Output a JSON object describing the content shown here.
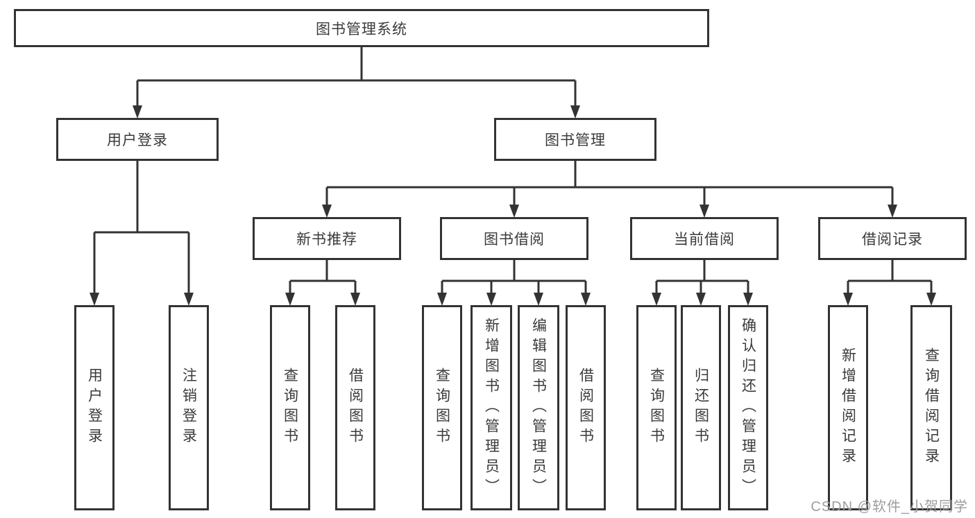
{
  "diagram": {
    "root": {
      "label": "图书管理系统"
    },
    "branches": [
      {
        "label": "用户登录",
        "leaves": [
          "用户登录",
          "注销登录"
        ]
      },
      {
        "label": "图书管理",
        "sections": [
          {
            "label": "新书推荐",
            "leaves": [
              "查询图书",
              "借阅图书"
            ]
          },
          {
            "label": "图书借阅",
            "leaves": [
              "查询图书",
              "新增图书（管理员）",
              "编辑图书（管理员）",
              "借阅图书"
            ]
          },
          {
            "label": "当前借阅",
            "leaves": [
              "查询图书",
              "归还图书",
              "确认归还（管理员）"
            ]
          },
          {
            "label": "借阅记录",
            "leaves": [
              "新增借阅记录",
              "查询借阅记录"
            ]
          }
        ]
      }
    ],
    "watermark": "CSDN @软件_小贺同学",
    "colors": {
      "line": "#333333",
      "text": "#3a3a3a",
      "watermark": "#9d9d9d",
      "background": "#ffffff"
    }
  }
}
